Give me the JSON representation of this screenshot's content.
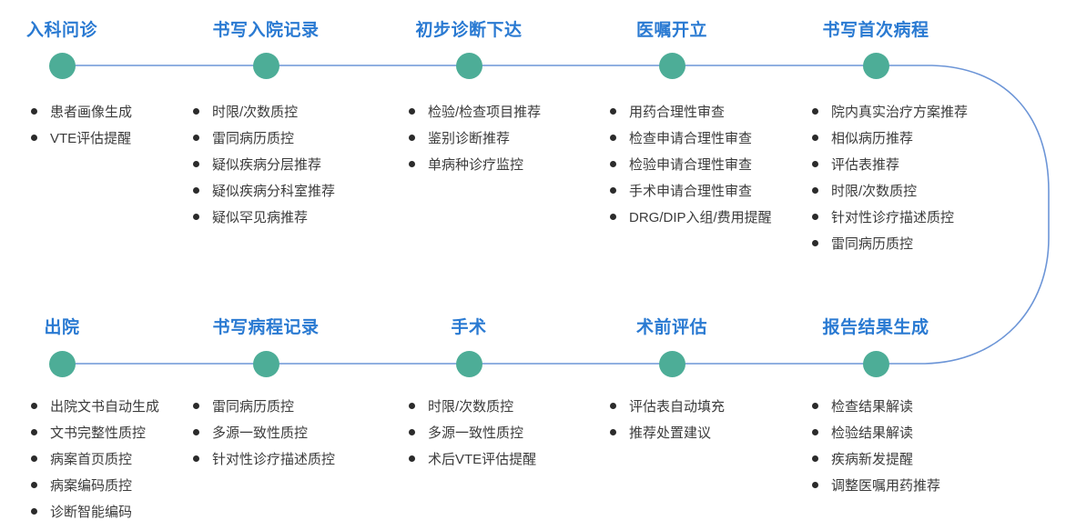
{
  "diagram_name": "inpatient-clinical-workflow-timeline",
  "colors": {
    "title_blue": "#2a7ad2",
    "dot_teal": "#4dad97",
    "line_blue": "#6c95d7",
    "item_text": "#3b3b3b",
    "bullet_color": "#2b2b2b",
    "background": "#ffffff"
  },
  "stages": [
    {
      "id": "admission-inquiry",
      "row": "top",
      "title": "入科问诊",
      "items": [
        "患者画像生成",
        "VTE评估提醒"
      ]
    },
    {
      "id": "write-admission-record",
      "row": "top",
      "title": "书写入院记录",
      "items": [
        "时限/次数质控",
        "雷同病历质控",
        "疑似疾病分层推荐",
        "疑似疾病分科室推荐",
        "疑似罕见病推荐"
      ]
    },
    {
      "id": "preliminary-diagnosis",
      "row": "top",
      "title": "初步诊断下达",
      "items": [
        "检验/检查项目推荐",
        "鉴别诊断推荐",
        "单病种诊疗监控"
      ]
    },
    {
      "id": "order-entry",
      "row": "top",
      "title": "医嘱开立",
      "items": [
        "用药合理性审查",
        "检查申请合理性审查",
        "检验申请合理性审查",
        "手术申请合理性审查",
        "DRG/DIP入组/费用提醒"
      ]
    },
    {
      "id": "write-first-progress-note",
      "row": "top",
      "title": "书写首次病程",
      "items": [
        "院内真实治疗方案推荐",
        "相似病历推荐",
        "评估表推荐",
        "时限/次数质控",
        "针对性诊疗描述质控",
        "雷同病历质控"
      ]
    },
    {
      "id": "discharge",
      "row": "bottom",
      "title": "出院",
      "items": [
        "出院文书自动生成",
        "文书完整性质控",
        "病案首页质控",
        "病案编码质控",
        "诊断智能编码"
      ]
    },
    {
      "id": "write-progress-note",
      "row": "bottom",
      "title": "书写病程记录",
      "items": [
        "雷同病历质控",
        "多源一致性质控",
        "针对性诊疗描述质控"
      ]
    },
    {
      "id": "surgery",
      "row": "bottom",
      "title": "手术",
      "items": [
        "时限/次数质控",
        "多源一致性质控",
        "术后VTE评估提醒"
      ]
    },
    {
      "id": "preoperative-assessment",
      "row": "bottom",
      "title": "术前评估",
      "items": [
        "评估表自动填充",
        "推荐处置建议"
      ]
    },
    {
      "id": "report-generation",
      "row": "bottom",
      "title": "报告结果生成",
      "items": [
        "检查结果解读",
        "检验结果解读",
        "疾病新发提醒",
        "调整医嘱用药推荐"
      ]
    }
  ]
}
